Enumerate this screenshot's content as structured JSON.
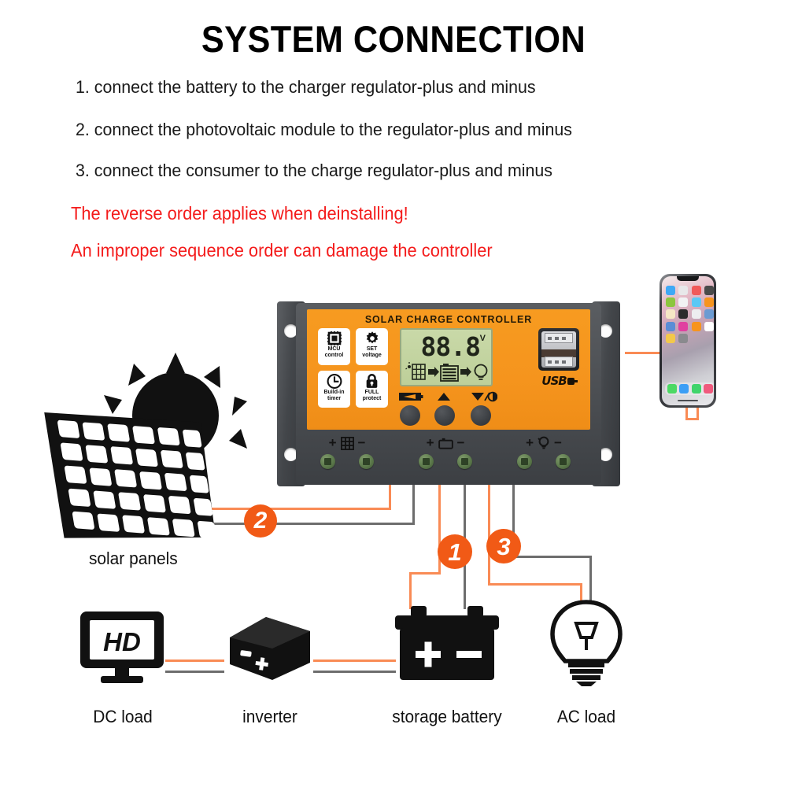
{
  "header": {
    "title": "SYSTEM CONNECTION",
    "instructions": [
      "1. connect the battery to the charger regulator-plus and minus",
      "2. connect the photovoltaic module to the regulator-plus and minus",
      "3. connect the consumer to the charge regulator-plus and minus"
    ],
    "warnings": [
      "The reverse order applies when deinstalling!",
      "An improper sequence order can damage the controller"
    ],
    "warning_color": "#f41b1b"
  },
  "controller": {
    "title": "SOLAR CHARGE CONTROLLER",
    "faceplate_color": "#f5941d",
    "body_color": "#4a4d51",
    "badges": [
      {
        "icon": "chip-icon",
        "line1": "MCU",
        "line2": "control"
      },
      {
        "icon": "gear-icon",
        "line1": "SET",
        "line2": "voltage"
      },
      {
        "icon": "clock-icon",
        "line1": "Build-in",
        "line2": "timer"
      },
      {
        "icon": "lock-icon",
        "line1": "FULL",
        "line2": "protect"
      }
    ],
    "lcd": {
      "value": "88.8",
      "unit": "V",
      "background_color": "#c3d49f",
      "icons": [
        "solar-panel-icon",
        "arrow-right-icon",
        "battery-icon",
        "arrow-right-icon",
        "bulb-icon"
      ]
    },
    "buttons": [
      {
        "name": "menu-button",
        "icon": "battery-arrow-icon"
      },
      {
        "name": "up-button",
        "icon": "triangle-up-icon"
      },
      {
        "name": "down-button",
        "icon": "triangle-down-brightness-icon"
      }
    ],
    "usb": {
      "label": "USB",
      "ports": 2,
      "icon": "usb-plug-icon"
    },
    "terminals": [
      {
        "name": "solar-terminal",
        "icon": "solar-panel-icon",
        "plus": "+",
        "minus": "−"
      },
      {
        "name": "battery-terminal",
        "icon": "battery-icon",
        "plus": "+",
        "minus": "−"
      },
      {
        "name": "load-terminal",
        "icon": "bulb-icon",
        "plus": "+",
        "minus": "−"
      }
    ]
  },
  "callouts": [
    {
      "number": "1",
      "target": "battery-terminal"
    },
    {
      "number": "2",
      "target": "solar-terminal"
    },
    {
      "number": "3",
      "target": "load-terminal"
    }
  ],
  "diagram": {
    "solar_label": "solar panels",
    "devices": [
      {
        "icon": "hd-monitor-icon",
        "label": "DC load"
      },
      {
        "icon": "inverter-icon",
        "label": "inverter"
      },
      {
        "icon": "battery-icon",
        "label": "storage battery"
      },
      {
        "icon": "bulb-icon",
        "label": "AC load"
      }
    ],
    "monitor_text": "HD",
    "battery_plus": "+",
    "battery_minus": "−",
    "wire_positive_color": "#f98b55",
    "wire_negative_color": "#6d6d6d"
  },
  "phone": {
    "name": "smartphone",
    "app_colors": [
      "#3fa9f5",
      "#e8e8ea",
      "#f05a5a",
      "#4a4a4a",
      "#8dc63f",
      "#f2f2f4",
      "#5bc8f5",
      "#f7941e",
      "#f5e7c5",
      "#2b2b2d",
      "#ededf0",
      "#6c9bd2",
      "#5a8dd6",
      "#e040a0",
      "#f7941e",
      "#ffffff",
      "#f3c84b",
      "#8a8a8e"
    ],
    "dock_colors": [
      "#4cd964",
      "#3b9ef5",
      "#3fd46b",
      "#f05a7d"
    ]
  }
}
